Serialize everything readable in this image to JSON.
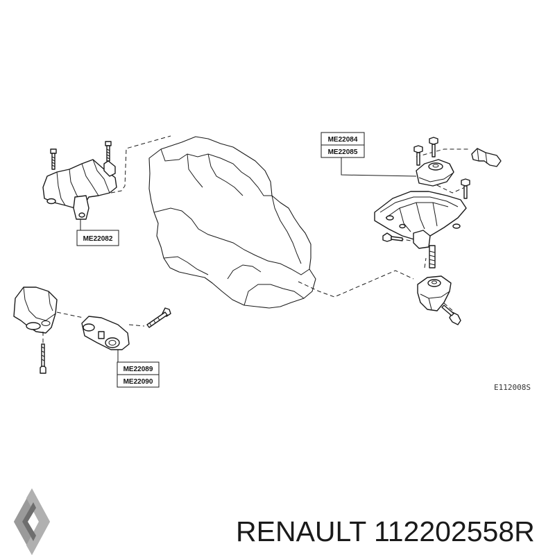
{
  "callouts": {
    "top_left": "ME22082",
    "top_right_a": "ME22084",
    "top_right_b": "ME22085",
    "bottom_a": "ME22089",
    "bottom_b": "ME22090"
  },
  "diagram_code": "E112008S",
  "brand": {
    "logo_icon": "renault-diamond-logo",
    "caption": "RENAULT 112202558R"
  }
}
